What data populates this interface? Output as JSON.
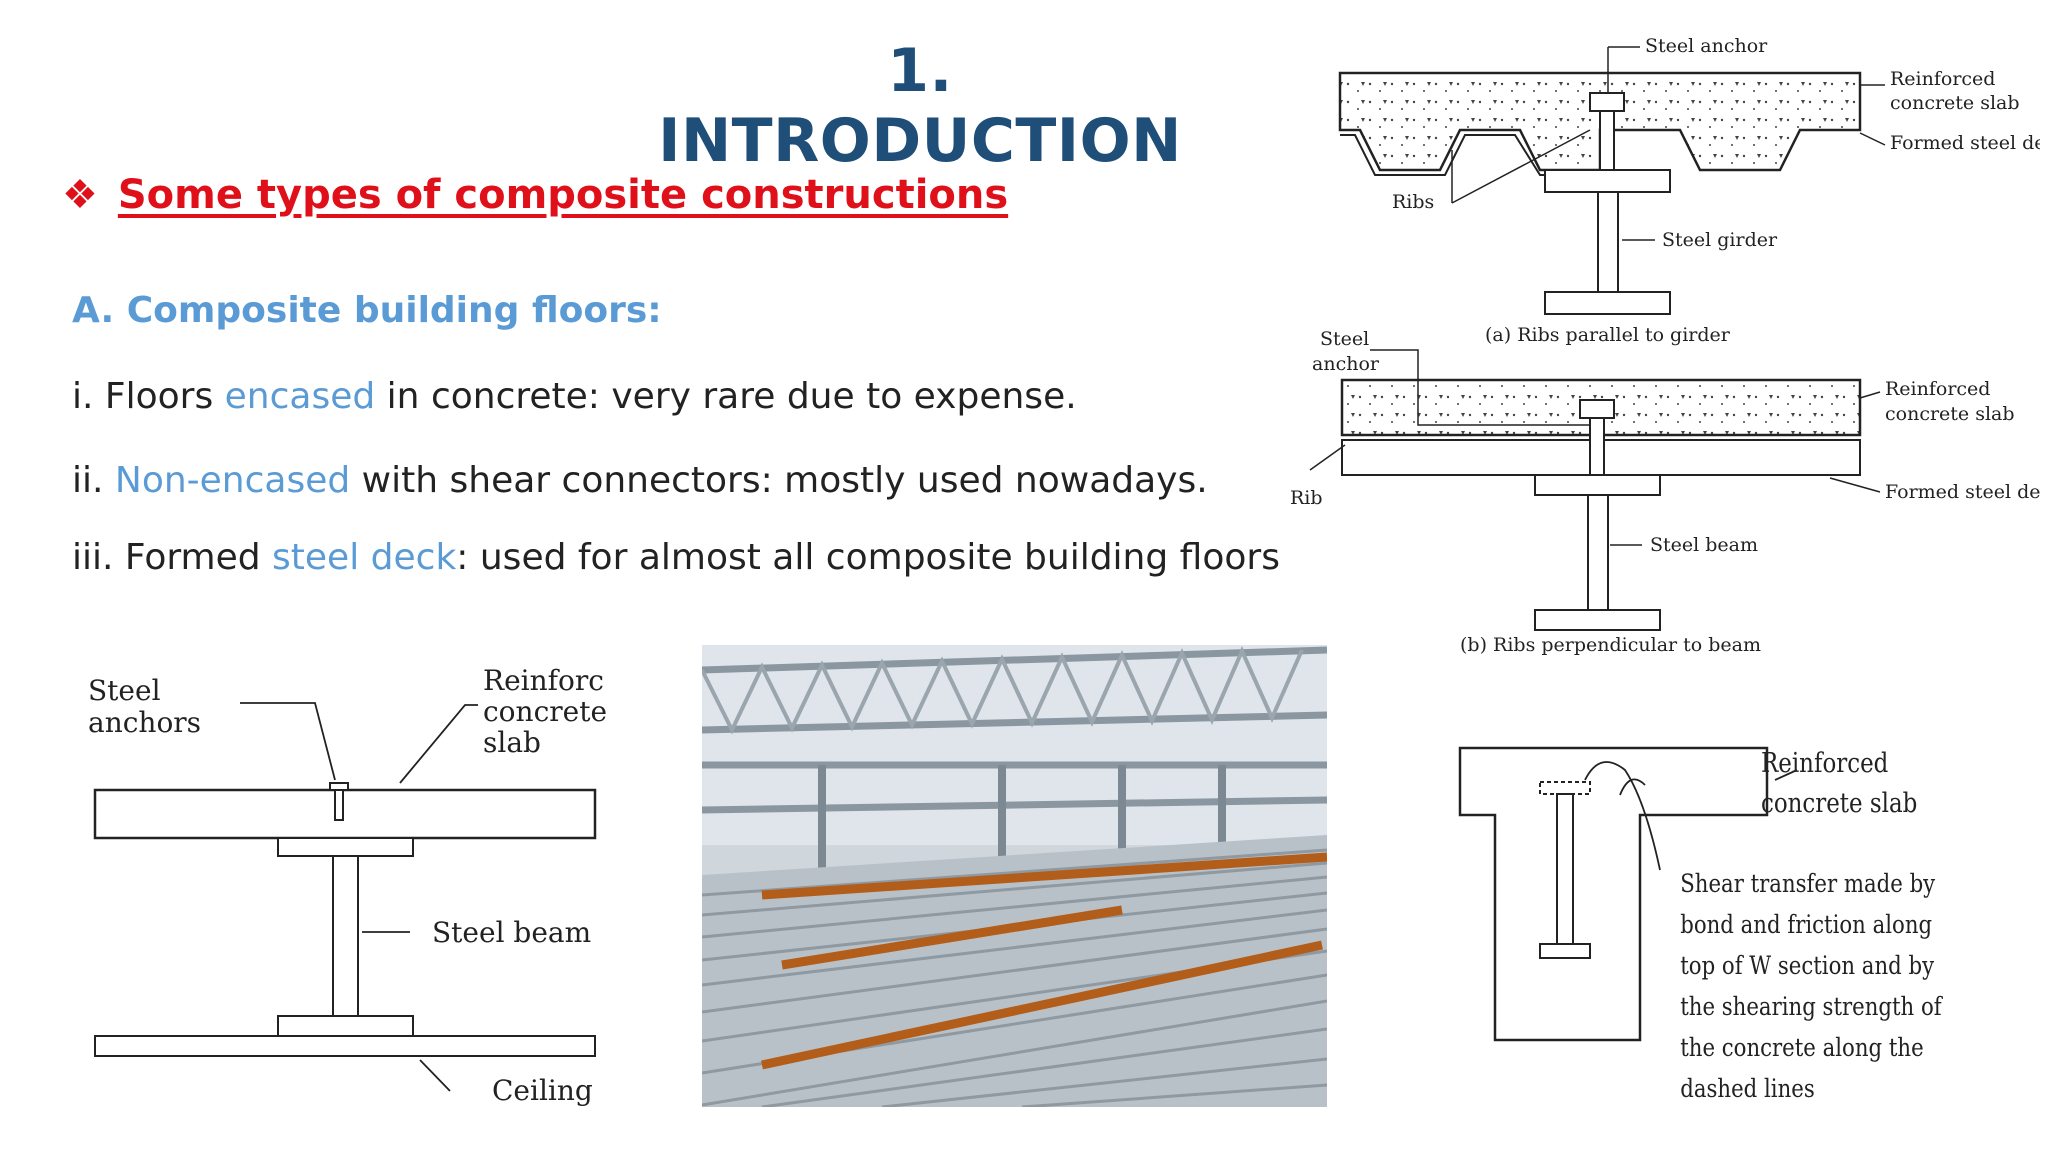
{
  "title": "1. INTRODUCTION",
  "bullet": {
    "icon": "diamond-bullet-icon",
    "text": "Some types of composite constructions"
  },
  "section_heading": "A. Composite building floors:",
  "items": [
    {
      "prefix": "i. Floors ",
      "highlight": "encased",
      "suffix": " in concrete: very rare due to expense."
    },
    {
      "prefix": "ii. ",
      "highlight": "Non-encased",
      "suffix": " with shear connectors: mostly used nowadays."
    },
    {
      "prefix": "iii. Formed ",
      "highlight": "steel deck",
      "suffix": ": used for almost all composite building floors"
    }
  ],
  "fig_a": {
    "steel_anchor": "Steel anchor",
    "slab_line1": "Reinforced",
    "slab_line2": "concrete slab",
    "deck": "Formed steel deck",
    "ribs": "Ribs",
    "girder": "Steel girder",
    "caption": "(a) Ribs parallel to girder"
  },
  "fig_b": {
    "anchor_line1": "Steel",
    "anchor_line2": "anchor",
    "slab_line1": "Reinforced",
    "slab_line2": "concrete slab",
    "rib": "Rib",
    "deck": "Formed steel deck",
    "beam": "Steel beam",
    "caption": "(b) Ribs perpendicular to beam"
  },
  "fig_c": {
    "anchors_line1": "Steel",
    "anchors_line2": "anchors",
    "slab_line1": "Reinforc",
    "slab_line2": "concrete",
    "slab_line3": "slab",
    "beam": "Steel beam",
    "ceiling": "Ceiling"
  },
  "fig_d": {
    "slab_line1": "Reinforced",
    "slab_line2": "concrete slab",
    "shear_lines": [
      "Shear transfer made by",
      "bond and friction along",
      "top of W section and by",
      "the shearing strength of",
      "the concrete along the",
      "dashed lines"
    ]
  },
  "colors": {
    "title": "#1f4e79",
    "red": "#e0101a",
    "accent": "#5b9bd5",
    "text": "#222222"
  }
}
